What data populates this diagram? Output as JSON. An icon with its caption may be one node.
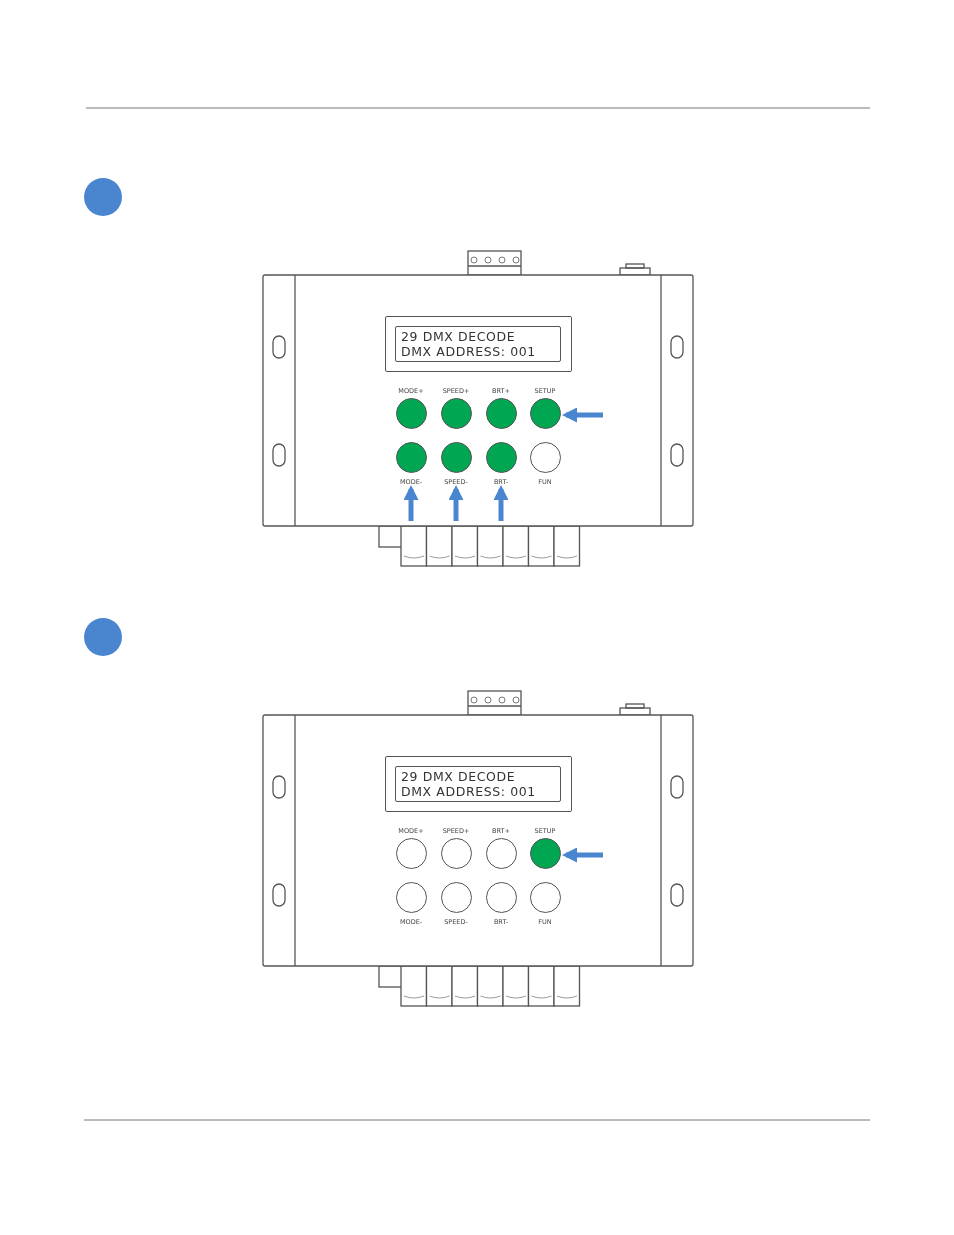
{
  "diagram": {
    "nodes": [
      {
        "text": [],
        "shape": "circle"
      },
      {
        "text": [
          "29 DMX DECODE",
          "DMX ADDRESS: 001"
        ]
      },
      {
        "text": [
          "MODE+"
        ]
      },
      {
        "text": [
          "SPEED+"
        ]
      },
      {
        "text": [
          "BRT+"
        ]
      },
      {
        "text": [
          "SETUP"
        ]
      },
      {
        "text": [
          "MODE-"
        ]
      },
      {
        "text": [
          "SPEED-"
        ]
      },
      {
        "text": [
          "BRT-"
        ]
      },
      {
        "text": [
          "FUN"
        ]
      },
      {
        "text": [],
        "shape": "circle"
      },
      {
        "text": [
          "29 DMX DECODE",
          "DMX ADDRESS: 001"
        ]
      },
      {
        "text": [
          "MODE+"
        ]
      },
      {
        "text": [
          "SPEED+"
        ]
      },
      {
        "text": [
          "BRT+"
        ]
      },
      {
        "text": [
          "SETUP"
        ]
      },
      {
        "text": [
          "MODE-"
        ]
      },
      {
        "text": [
          "SPEED-"
        ]
      },
      {
        "text": [
          "BRT-"
        ]
      },
      {
        "text": [
          "FUN"
        ]
      }
    ],
    "edges": [
      {
        "from": null,
        "to": 5,
        "arrow": "to"
      },
      {
        "from": null,
        "to": 6,
        "arrow": "to"
      },
      {
        "from": null,
        "to": 7,
        "arrow": "to"
      },
      {
        "from": null,
        "to": 8,
        "arrow": "to"
      },
      {
        "from": null,
        "to": 15,
        "arrow": "to"
      }
    ]
  }
}
